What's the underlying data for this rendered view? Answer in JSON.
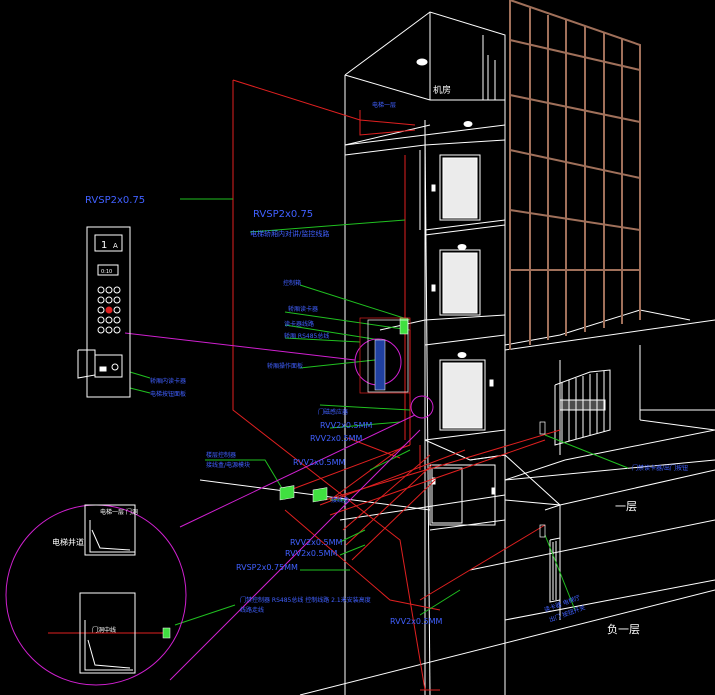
{
  "colors": {
    "background": "#000000",
    "structure": "#ffffff",
    "cable_red": "#e02020",
    "leader_green": "#20c020",
    "label_blue": "#4060ff",
    "detail_magenta": "#d020d0",
    "curtain_brown": "#a0705a",
    "device_green": "#40e040"
  },
  "labels": {
    "machine_room": "机房",
    "floor_1": "一层",
    "floor_b1": "负一层",
    "cable_left": "RVSP2x0.75",
    "cable_mid": "RVSP2x0.75",
    "cable_mid_note": "电梯轿厢内对讲/监控线路",
    "cable_rvv_1": "RVV2x0.5MM",
    "cable_rvv_2": "RVV2x0.5MM",
    "cable_rvv_3": "RVV2x0.5MM",
    "cable_rvv_4": "RVV2x0.5MM",
    "cable_rvv_5": "RVV2x0.5MM",
    "cable_rvsp_low": "RVSP2x0.75MM",
    "cable_rvv_bottom": "RVV2x0.5MM",
    "note_top_red": "电梯一层",
    "note_control_box": "控制箱",
    "note_reader_1": "轿厢读卡器",
    "note_reader_2": "读卡器线路",
    "note_reader_3": "轿厢 RS485总线",
    "note_car_panel": "轿厢操作面板",
    "note_door_sensor": "门磁感应器",
    "note_module_1": "楼层控制器",
    "note_module_2": "接线盒/电源模块",
    "note_module_3": "接线盒",
    "note_panel_1": "轿厢内读卡器",
    "note_panel_2": "电梯按钮面板",
    "note_gate": "门禁读卡器/出门按钮",
    "note_b1_1": "读卡器 电梯厅",
    "note_b1_2": "出门 按钮开关",
    "detail_shaft": "电梯井道",
    "detail_top": "电梯一层 门洞",
    "detail_bottom": "门洞中线",
    "detail_note_1": "门禁控制器 RS485总线 控制线路 2.1米安装高度",
    "detail_note_2": "线路走线",
    "panel_floor": "1",
    "panel_screen": "0:10",
    "panel_key": "A"
  }
}
